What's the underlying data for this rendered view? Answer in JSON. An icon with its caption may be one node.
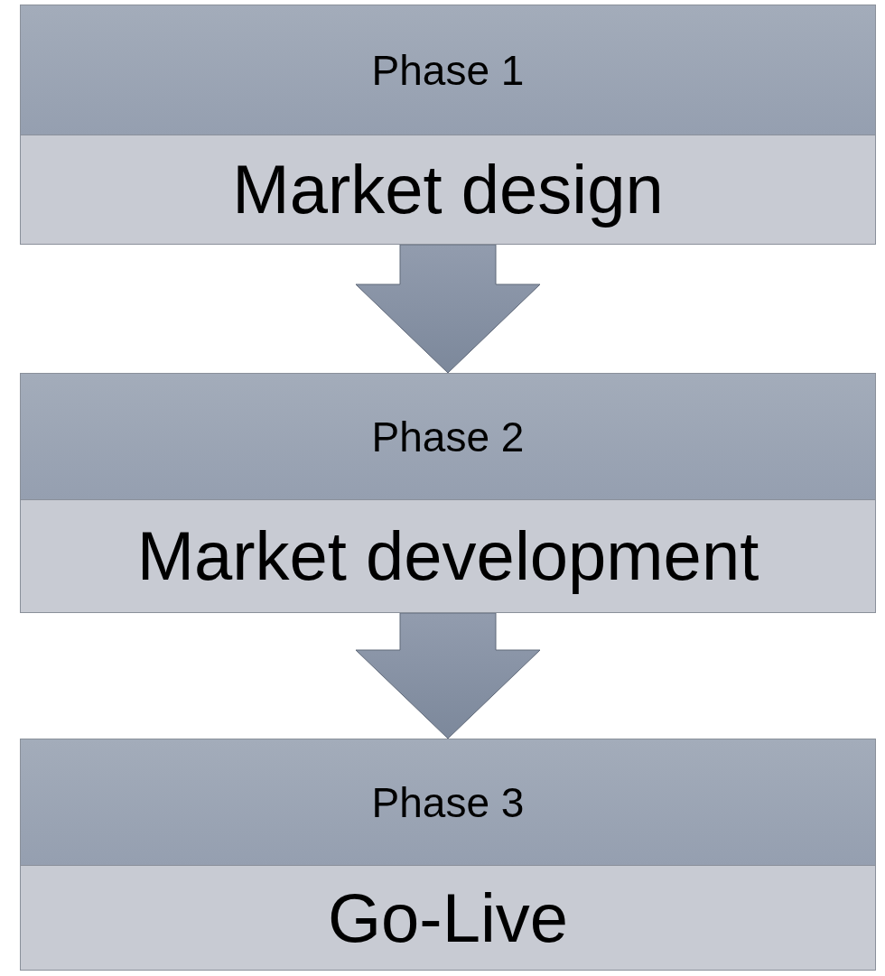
{
  "diagram": {
    "nodes": [
      {
        "text": [
          "Phase 1",
          "Market design"
        ]
      },
      {
        "text": [
          "Phase 2",
          "Market development"
        ]
      },
      {
        "text": [
          "Phase 3",
          "Go-Live"
        ]
      }
    ],
    "edges": [
      {
        "from": 0,
        "to": 1,
        "arrow": "to"
      },
      {
        "from": 1,
        "to": 2,
        "arrow": "to"
      }
    ]
  }
}
